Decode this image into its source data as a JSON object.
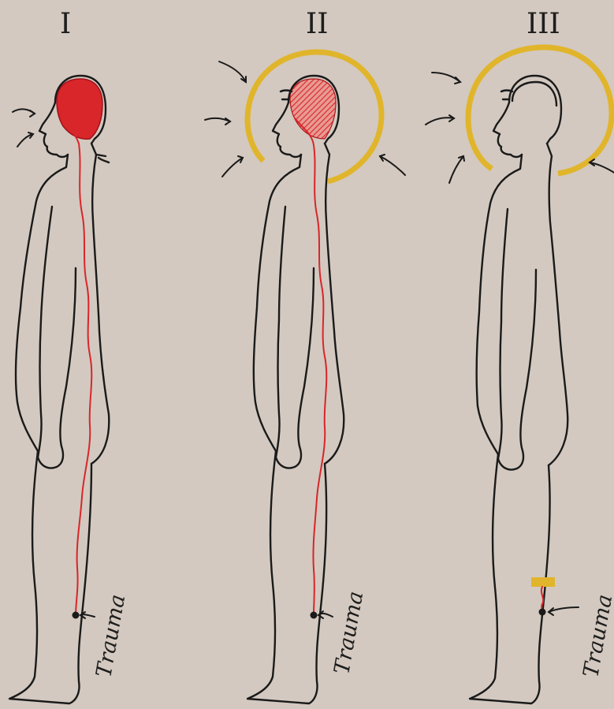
{
  "panels": [
    {
      "numeral": "I",
      "trauma_label": "Trauma"
    },
    {
      "numeral": "II",
      "trauma_label": "Trauma"
    },
    {
      "numeral": "III",
      "trauma_label": "Trauma"
    }
  ],
  "colors": {
    "background": "#d3c9c0",
    "nerve": "#d8262a",
    "brain": "#d8262a",
    "halo": "#e1b52b",
    "block": "#e1b52b",
    "ink": "#1a1a1a"
  },
  "halos": [
    false,
    true,
    true
  ],
  "brain_fill": [
    "solid",
    "hatched",
    "none"
  ],
  "nerve_extent": [
    "full",
    "full",
    "blocked-at-trauma"
  ]
}
